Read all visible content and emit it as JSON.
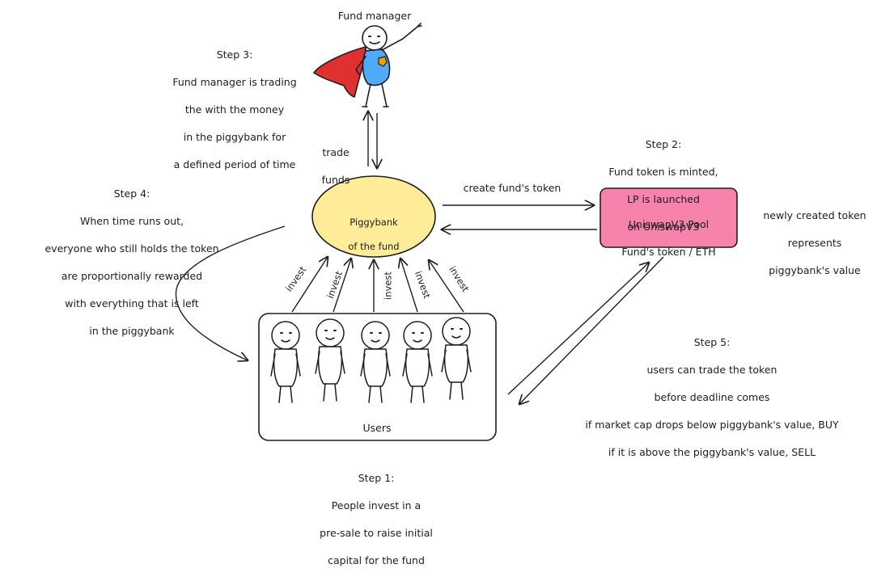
{
  "fund_manager": {
    "title": "Fund manager",
    "colors": {
      "cape": "#e03131",
      "shirt": "#4dabf7",
      "badge": "#f59f00"
    }
  },
  "step3": {
    "lines": [
      "Step 3:",
      "Fund manager is trading",
      "the with the money",
      "in the piggybank for",
      "a defined period of time"
    ]
  },
  "trade_funds": {
    "lines": [
      "trade",
      "funds"
    ]
  },
  "step2": {
    "lines": [
      "Step 2:",
      "Fund token is minted,",
      "LP is launched",
      "on UniswapV3"
    ]
  },
  "step4": {
    "lines": [
      "Step 4:",
      "When time runs out,",
      "everyone who still holds the token",
      "are proportionally rewarded",
      "with everything that is left",
      "in the piggybank"
    ]
  },
  "piggybank": {
    "lines": [
      "Piggybank",
      "of the fund"
    ],
    "color": "#ffec99"
  },
  "create_token": {
    "label": "create fund's token"
  },
  "pool": {
    "lines": [
      "UniswapV3 Pool",
      "Fund's token / ETH"
    ],
    "color": "#f783ac"
  },
  "pool_note": {
    "lines": [
      "newly created token",
      "represents",
      "piggybank's value"
    ]
  },
  "invest_labels": [
    "invest",
    "invest",
    "invest",
    "invest",
    "invest"
  ],
  "users": {
    "label": "Users",
    "count": 5
  },
  "step5": {
    "lines": [
      "Step 5:",
      "users can trade the token",
      "before deadline comes",
      "if market cap drops below piggybank's value, BUY",
      "if it is above the piggybank's value, SELL"
    ]
  },
  "step1": {
    "lines": [
      "Step 1:",
      "People invest in a",
      "pre-sale to raise initial",
      "capital for the fund"
    ]
  }
}
